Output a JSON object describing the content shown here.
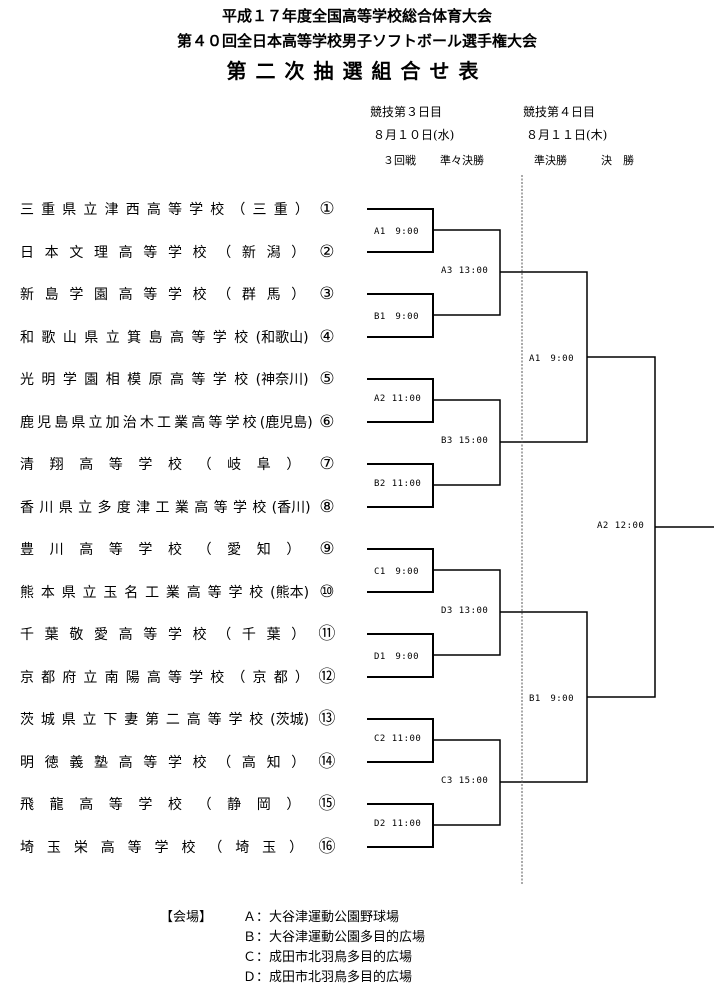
{
  "titles": {
    "line1": "平成１７年度全国高等学校総合体育大会",
    "line2": "第４０回全日本高等学校男子ソフトボール選手権大会",
    "line3": "第二次抽選組合せ表"
  },
  "schedule": {
    "day3_label": "競技第３日目",
    "day3_date": "８月１０日(水)",
    "day4_label": "競技第４日目",
    "day4_date": "８月１１日(木)",
    "round3": "３回戦",
    "quarterfinal": "準々決勝",
    "semifinal": "準決勝",
    "final": "決　勝"
  },
  "teams": [
    {
      "chars": [
        "三",
        "重",
        "県",
        "立",
        "津",
        "西",
        "高",
        "等",
        "学",
        "校",
        "（",
        "三",
        "重",
        "）"
      ],
      "num": "①"
    },
    {
      "chars": [
        "日",
        "本",
        "文",
        "理",
        "高",
        "等",
        "学",
        "校",
        "（",
        "新",
        "潟",
        "）"
      ],
      "num": "②"
    },
    {
      "chars": [
        "新",
        "島",
        "学",
        "園",
        "高",
        "等",
        "学",
        "校",
        "（",
        "群",
        "馬",
        "）"
      ],
      "num": "③"
    },
    {
      "chars": [
        "和",
        "歌",
        "山",
        "県",
        "立",
        "箕",
        "島",
        "高",
        "等",
        "学",
        "校",
        "(和歌山)"
      ],
      "num": "④"
    },
    {
      "chars": [
        "光",
        "明",
        "学",
        "園",
        "相",
        "模",
        "原",
        "高",
        "等",
        "学",
        "校",
        "(神奈川)"
      ],
      "num": "⑤"
    },
    {
      "chars": [
        "鹿",
        "児",
        "島",
        "県",
        "立",
        "加",
        "治",
        "木",
        "工",
        "業",
        "高",
        "等",
        "学",
        "校",
        "(鹿児島)"
      ],
      "num": "⑥"
    },
    {
      "chars": [
        "清",
        "翔",
        "高",
        "等",
        "学",
        "校",
        "（",
        "岐",
        "阜",
        "）"
      ],
      "num": "⑦"
    },
    {
      "chars": [
        "香",
        "川",
        "県",
        "立",
        "多",
        "度",
        "津",
        "工",
        "業",
        "高",
        "等",
        "学",
        "校",
        "(香川)"
      ],
      "num": "⑧"
    },
    {
      "chars": [
        "豊",
        "川",
        "高",
        "等",
        "学",
        "校",
        "（",
        "愛",
        "知",
        "）"
      ],
      "num": "⑨"
    },
    {
      "chars": [
        "熊",
        "本",
        "県",
        "立",
        "玉",
        "名",
        "工",
        "業",
        "高",
        "等",
        "学",
        "校",
        "(熊本)"
      ],
      "num": "⑩"
    },
    {
      "chars": [
        "千",
        "葉",
        "敬",
        "愛",
        "高",
        "等",
        "学",
        "校",
        "（",
        "千",
        "葉",
        "）"
      ],
      "num": "⑪"
    },
    {
      "chars": [
        "京",
        "都",
        "府",
        "立",
        "南",
        "陽",
        "高",
        "等",
        "学",
        "校",
        "（",
        "京",
        "都",
        "）"
      ],
      "num": "⑫"
    },
    {
      "chars": [
        "茨",
        "城",
        "県",
        "立",
        "下",
        "妻",
        "第",
        "二",
        "高",
        "等",
        "学",
        "校",
        "(茨城)"
      ],
      "num": "⑬"
    },
    {
      "chars": [
        "明",
        "徳",
        "義",
        "塾",
        "高",
        "等",
        "学",
        "校",
        "（",
        "高",
        "知",
        "）"
      ],
      "num": "⑭"
    },
    {
      "chars": [
        "飛",
        "龍",
        "高",
        "等",
        "学",
        "校",
        "（",
        "静",
        "岡",
        "）"
      ],
      "num": "⑮"
    },
    {
      "chars": [
        "埼",
        "玉",
        "栄",
        "高",
        "等",
        "学",
        "校",
        "（",
        "埼",
        "玉",
        "）"
      ],
      "num": "⑯"
    }
  ],
  "matches": {
    "r1": [
      "A1　9:00",
      "B1　9:00",
      "A2 11:00",
      "B2 11:00",
      "C1　9:00",
      "D1　9:00",
      "C2 11:00",
      "D2 11:00"
    ],
    "r2": [
      "A3 13:00",
      "B3 15:00",
      "D3 13:00",
      "C3 15:00"
    ],
    "r3": [
      "A1　9:00",
      "B1　9:00"
    ],
    "r4": [
      "A2 12:00"
    ]
  },
  "venues": {
    "heading": "【会場】",
    "list": [
      "Ａ：大谷津運動公園野球場",
      "Ｂ：大谷津運動公園多目的広場",
      "Ｃ：成田市北羽鳥多目的広場",
      "Ｄ：成田市北羽鳥多目的広場"
    ]
  }
}
